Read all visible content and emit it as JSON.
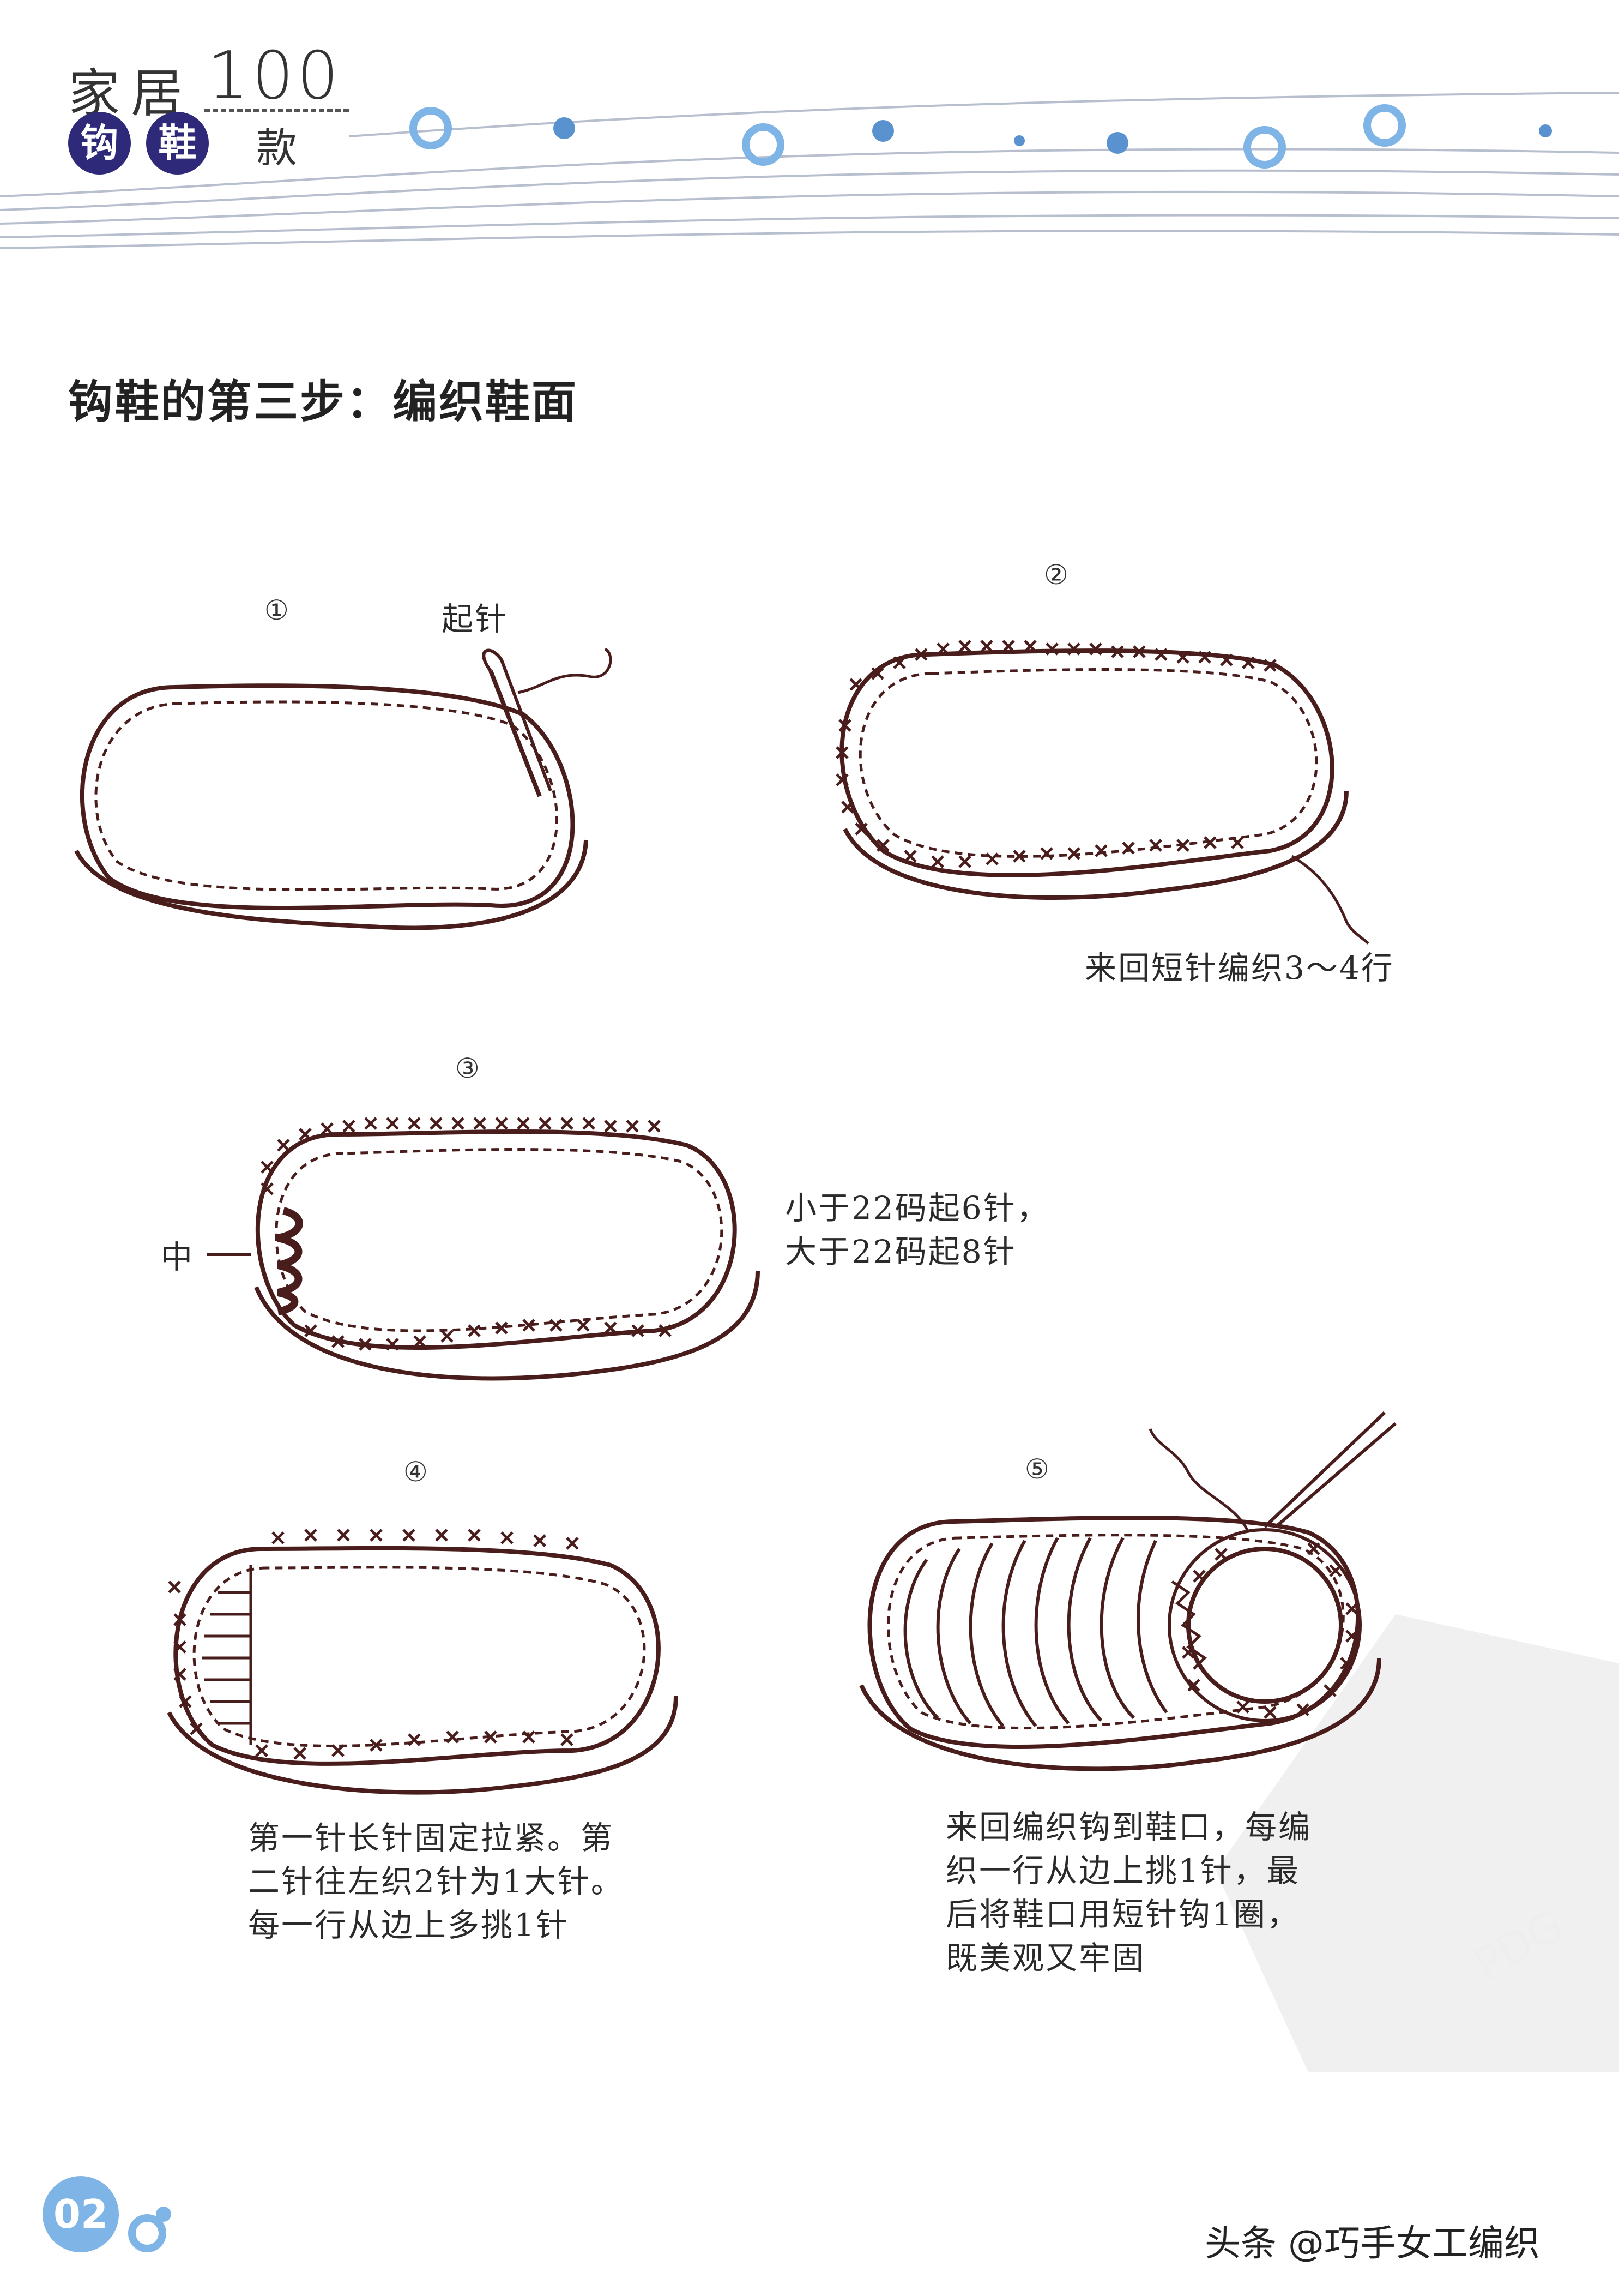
{
  "header": {
    "brand_top": "家居",
    "brand_number": "100",
    "badge_1": "钩",
    "badge_2": "鞋",
    "brand_suffix": "款"
  },
  "page_heading": "钩鞋的第三步：编织鞋面",
  "steps": [
    {
      "number": "①",
      "label": "起针"
    },
    {
      "number": "②",
      "label": "来回短针编织3～4行"
    },
    {
      "number": "③",
      "side_label": "中",
      "note": "小于22码起6针，\n大于22码起8针"
    },
    {
      "number": "④",
      "caption": "第一针长针固定拉紧。第\n二针往左织2针为1大针。\n每一行从边上多挑1针"
    },
    {
      "number": "⑤",
      "caption": "来回编织钩到鞋口，每编\n织一行从边上挑1针，最\n后将鞋口用短针钩1圈，\n既美观又牢固"
    }
  ],
  "watermark": {
    "mark": "PDG"
  },
  "footer": {
    "page_number": "02",
    "credit": "头条 @巧手女工编织"
  },
  "colors": {
    "line": "#4a1d1d",
    "badge": "#2e2a79",
    "accent_circle": "#7fb4e6",
    "header_lines": "#9aa3b8"
  },
  "icons": [
    "needle-icon",
    "yarn-icon"
  ]
}
